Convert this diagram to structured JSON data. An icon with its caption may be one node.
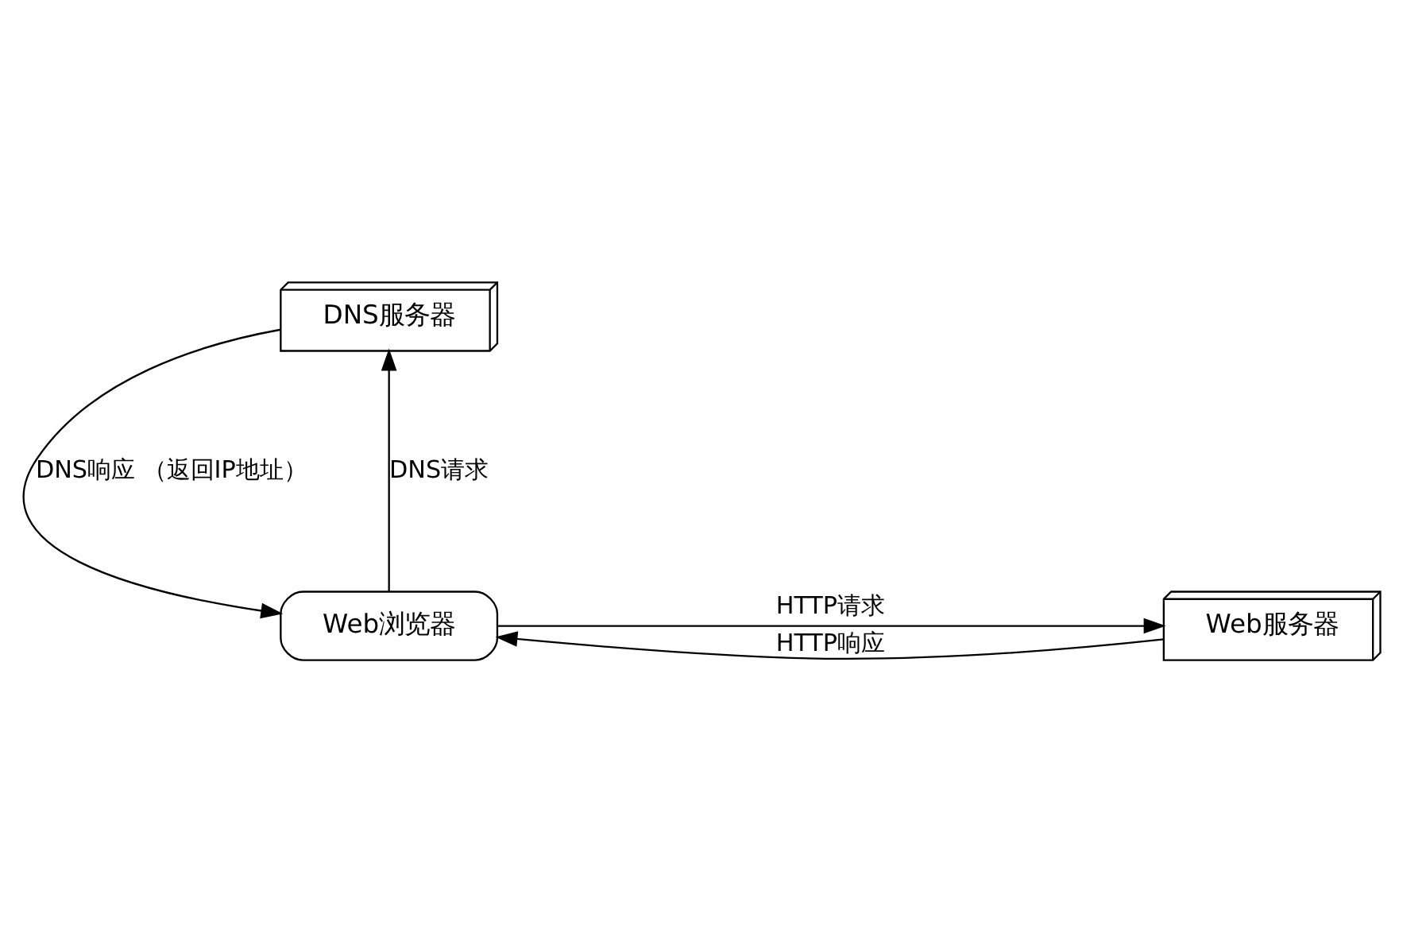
{
  "diagram": {
    "nodes": [
      {
        "text": [
          "DNS服务器"
        ]
      },
      {
        "text": [
          "Web浏览器"
        ]
      },
      {
        "text": [
          "Web服务器"
        ]
      }
    ],
    "edges": [
      {
        "from": 1,
        "to": 0,
        "arrow": "to",
        "label": "DNS请求"
      },
      {
        "from": 0,
        "to": 1,
        "arrow": "to",
        "label": "DNS响应 （返回IP地址）"
      },
      {
        "from": 1,
        "to": 2,
        "arrow": "to",
        "label": "HTTP请求"
      },
      {
        "from": 2,
        "to": 1,
        "arrow": "to",
        "label": "HTTP响应"
      }
    ]
  }
}
